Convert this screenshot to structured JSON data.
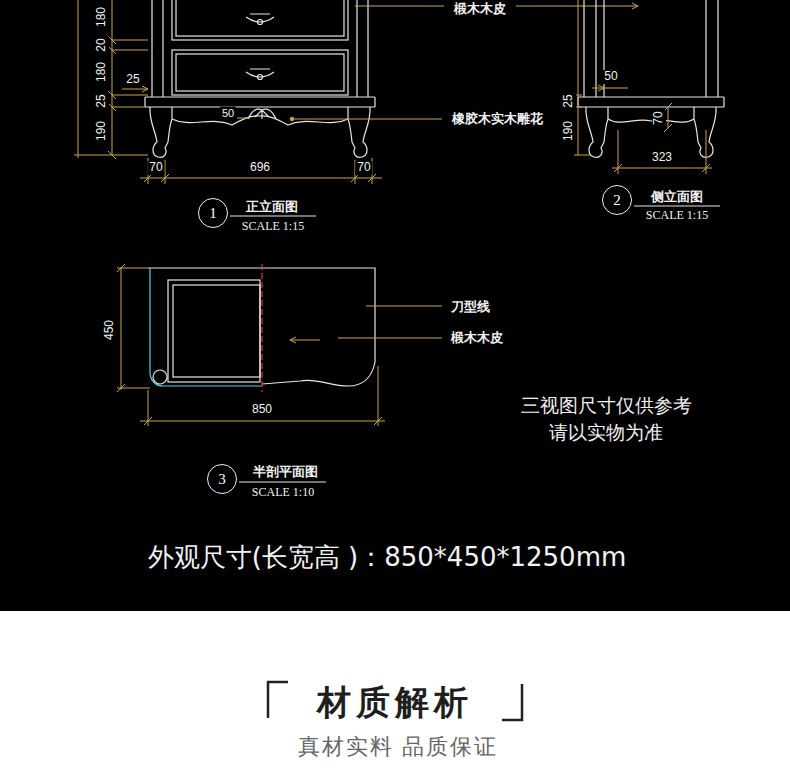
{
  "diagram": {
    "nodes": [
      {
        "text": [
          "1"
        ]
      },
      {
        "text": [
          "2"
        ]
      },
      {
        "text": [
          "3"
        ]
      }
    ],
    "labels": [
      "椴木木皮",
      "180",
      "20",
      "180",
      "25",
      "25",
      "190",
      "50",
      "橡胶木实木雕花",
      "70",
      "696",
      "70",
      "50",
      "25",
      "190",
      "70",
      "323",
      "正立面图",
      "SCALE 1:15",
      "侧立面图",
      "SCALE 1:15",
      "450",
      "刀型线",
      "椴木木皮",
      "850",
      "三视图尺寸仅供参考 请以实物为准",
      "半剖平面图",
      "SCALE 1:10",
      "外观尺寸(长宽高 )：850*450*1250mm",
      "材质解析",
      "真材实料 品质保证"
    ]
  }
}
